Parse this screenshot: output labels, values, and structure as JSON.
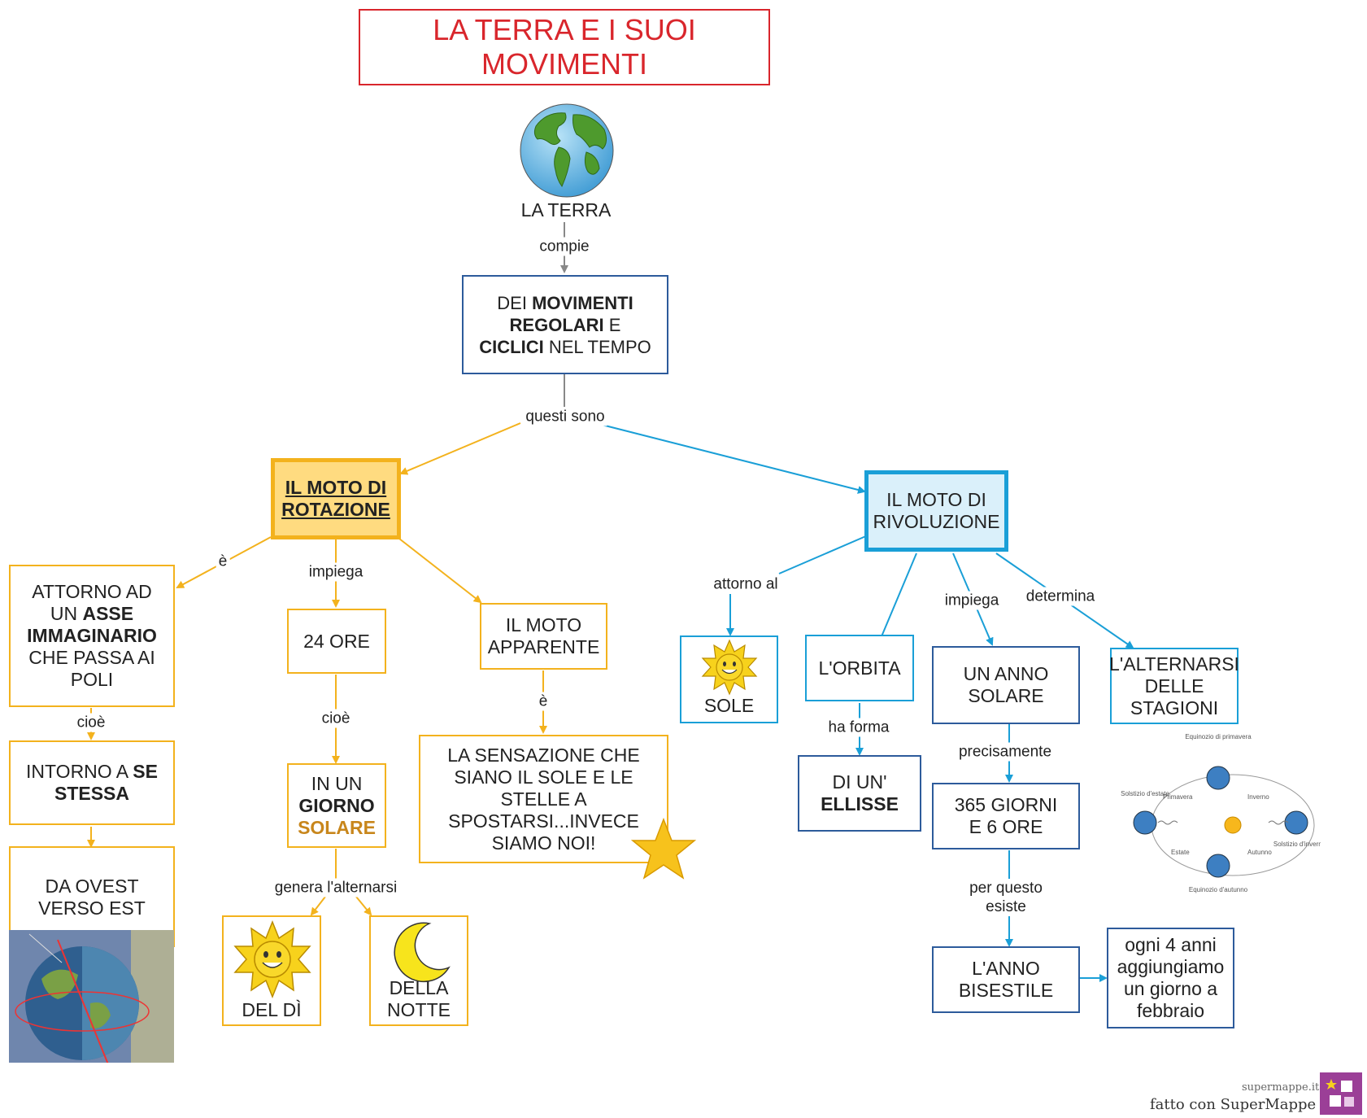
{
  "title": "LA TERRA E I SUOI MOVIMENTI",
  "nodes": {
    "terra": "LA TERRA",
    "movimenti": {
      "p1": "DEI ",
      "b1": "MOVIMENTI",
      "b2": "REGOLARI",
      "p2": " E",
      "b3": "CICLICI",
      "p3": " NEL TEMPO"
    },
    "rotazione": {
      "l1": "IL MOTO DI",
      "l2": "ROTAZIONE"
    },
    "rivoluzione": {
      "l1": "IL MOTO DI",
      "l2": "RIVOLUZIONE"
    },
    "asse": {
      "l1": "ATTORNO AD",
      "l2p": "UN ",
      "l2b": "ASSE",
      "l3b": "IMMAGINARIO",
      "l4": "CHE PASSA AI",
      "l5": "POLI"
    },
    "se_stessa": {
      "l1p": "INTORNO A ",
      "l1b": "SE",
      "l2b": "STESSA"
    },
    "ovest_est": {
      "l1": "DA OVEST",
      "l2": "VERSO EST"
    },
    "ore24": "24 ORE",
    "giorno_solare": {
      "l1": "IN UN",
      "l2": "GIORNO",
      "l3": "SOLARE"
    },
    "di": "DEL DÌ",
    "notte": {
      "l1": "DELLA",
      "l2": "NOTTE"
    },
    "moto_apparente": {
      "l1": "IL MOTO",
      "l2": "APPARENTE"
    },
    "sensazione": {
      "l1": "LA SENSAZIONE CHE",
      "l2": "SIANO IL SOLE E LE",
      "l3": "STELLE A",
      "l4": "SPOSTARSI...INVECE",
      "l5": "SIAMO NOI!"
    },
    "sole": "SOLE",
    "orbita": "L'ORBITA",
    "ellisse": {
      "l1": "DI UN'",
      "l2": "ELLISSE"
    },
    "anno_solare": {
      "l1": "UN ANNO",
      "l2": "SOLARE"
    },
    "giorni365": {
      "l1": "365 GIORNI",
      "l2": "E 6 ORE"
    },
    "bisestile": {
      "l1": "L'ANNO",
      "l2": "BISESTILE"
    },
    "febbraio": {
      "l1": "ogni 4 anni",
      "l2": "aggiungiamo",
      "l3": "un giorno a",
      "l4": "febbraio"
    },
    "stagioni": {
      "l1": "L'ALTERNARSI",
      "l2": "DELLE",
      "l3": "STAGIONI"
    }
  },
  "links": {
    "compie": "compie",
    "questi_sono": "questi sono",
    "e1": "è",
    "impiega1": "impiega",
    "cioe1": "cioè",
    "cioe2": "cioè",
    "genera": "genera l'alternarsi",
    "e2": "è",
    "attorno_al": "attorno al",
    "impiega2": "impiega",
    "determina": "determina",
    "ha_forma": "ha forma",
    "precisamente": "precisamente",
    "per_questo": "per questo esiste"
  },
  "seasons_figure": {
    "equinozio_primavera": "Equinozio di primavera",
    "equinozio_autunno": "Equinozio d'autunno",
    "solstizio_estate": "Solstizio d'estate",
    "solstizio_inverno": "Solstizio d'inverno",
    "primavera": "Primavera",
    "estate": "Estate",
    "autunno": "Autunno",
    "inverno": "Inverno"
  },
  "footer": {
    "site": "supermappe.it",
    "made_with": "fatto con SuperMappe"
  },
  "colors": {
    "title": "#d9262c",
    "rotation": "#f3b21d",
    "revolution": "#1a9fd7",
    "neutral": "#2d5b9b",
    "solare": "#c8861b"
  }
}
